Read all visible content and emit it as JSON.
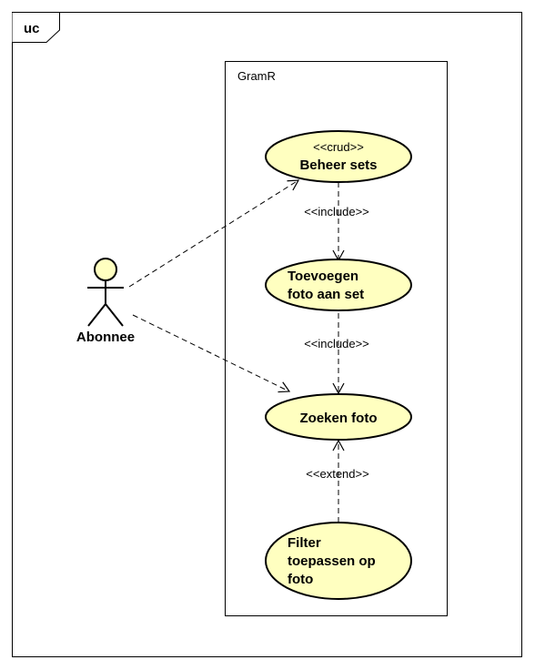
{
  "frame": {
    "tag": "uc"
  },
  "system": {
    "name": "GramR"
  },
  "actor": {
    "name": "Abonnee"
  },
  "use_cases": {
    "beheer": {
      "stereotype": "<<crud>>",
      "name": "Beheer sets"
    },
    "toevoegen": {
      "line1": "Toevoegen",
      "line2": "foto aan set"
    },
    "zoeken": {
      "name": "Zoeken foto"
    },
    "filter": {
      "line1": "Filter",
      "line2": "toepassen op",
      "line3": "foto"
    }
  },
  "relations": {
    "include_1": "<<include>>",
    "include_2": "<<include>>",
    "extend": "<<extend>>"
  },
  "colors": {
    "usecase_fill": "#ffffc0",
    "actor_fill": "#ffffc0",
    "stroke": "#000000"
  }
}
